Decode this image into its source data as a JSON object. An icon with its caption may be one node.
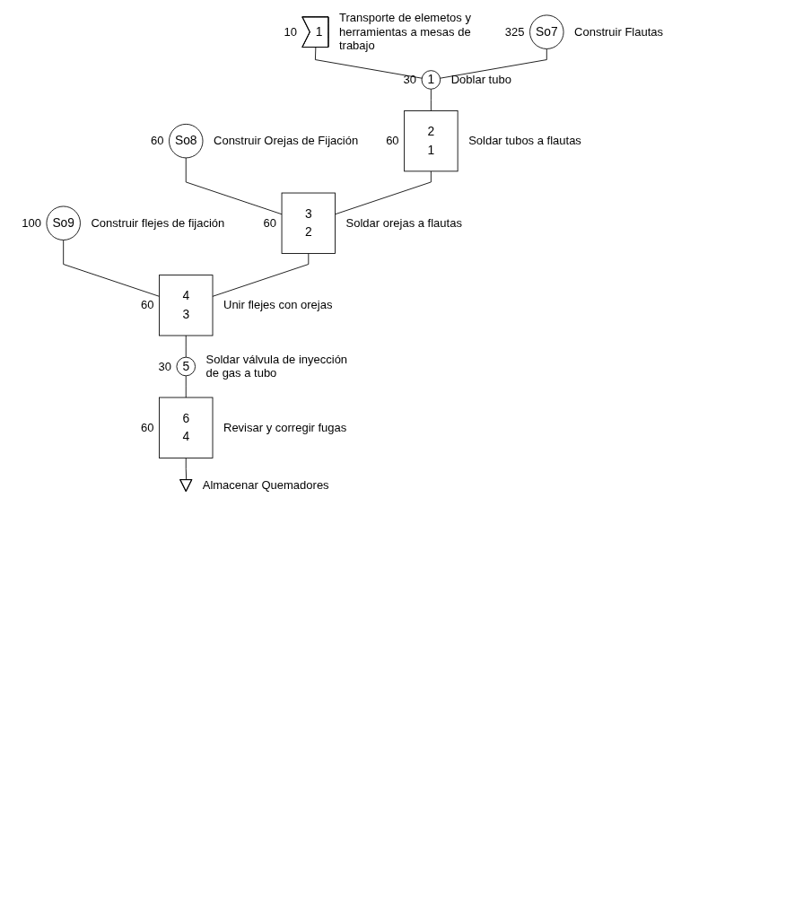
{
  "diagram": {
    "nodes": [
      {
        "text": [
          "1"
        ],
        "beside": [
          "10",
          "Transporte de elemetos y herramientas a mesas de trabajo"
        ]
      },
      {
        "text": [
          "So7"
        ],
        "beside": [
          "325",
          "Construir Flautas"
        ]
      },
      {
        "text": [
          "1"
        ],
        "beside": [
          "30",
          "Doblar tubo"
        ]
      },
      {
        "text": [
          "So8"
        ],
        "beside": [
          "60",
          "Construir Orejas de Fijación"
        ]
      },
      {
        "text": [
          "2",
          "1"
        ],
        "beside": [
          "60",
          "Soldar tubos a flautas"
        ]
      },
      {
        "text": [
          "So9"
        ],
        "beside": [
          "100",
          "Construir flejes de fijación"
        ]
      },
      {
        "text": [
          "3",
          "2"
        ],
        "beside": [
          "60",
          "Soldar orejas a flautas"
        ]
      },
      {
        "text": [
          "4",
          "3"
        ],
        "beside": [
          "60",
          "Unir flejes con orejas"
        ]
      },
      {
        "text": [
          "5"
        ],
        "beside": [
          "30",
          "Soldar válvula de inyección de gas a tubo"
        ]
      },
      {
        "text": [
          "6",
          "4"
        ],
        "beside": [
          "60",
          "Revisar y corregir fugas"
        ]
      },
      {
        "text": [],
        "shape": "triangle",
        "beside": [
          "Almacenar Quemadores"
        ]
      }
    ],
    "edges": [
      {
        "from": 0,
        "to": 2,
        "arrow": "none"
      },
      {
        "from": 1,
        "to": 2,
        "arrow": "none"
      },
      {
        "from": 2,
        "to": 4,
        "arrow": "none"
      },
      {
        "from": 3,
        "to": 6,
        "arrow": "none"
      },
      {
        "from": 4,
        "to": 6,
        "arrow": "none"
      },
      {
        "from": 5,
        "to": 7,
        "arrow": "none"
      },
      {
        "from": 6,
        "to": 7,
        "arrow": "none"
      },
      {
        "from": 7,
        "to": 8,
        "arrow": "none"
      },
      {
        "from": 8,
        "to": 9,
        "arrow": "none"
      },
      {
        "from": 9,
        "to": 10,
        "arrow": "none"
      }
    ]
  }
}
